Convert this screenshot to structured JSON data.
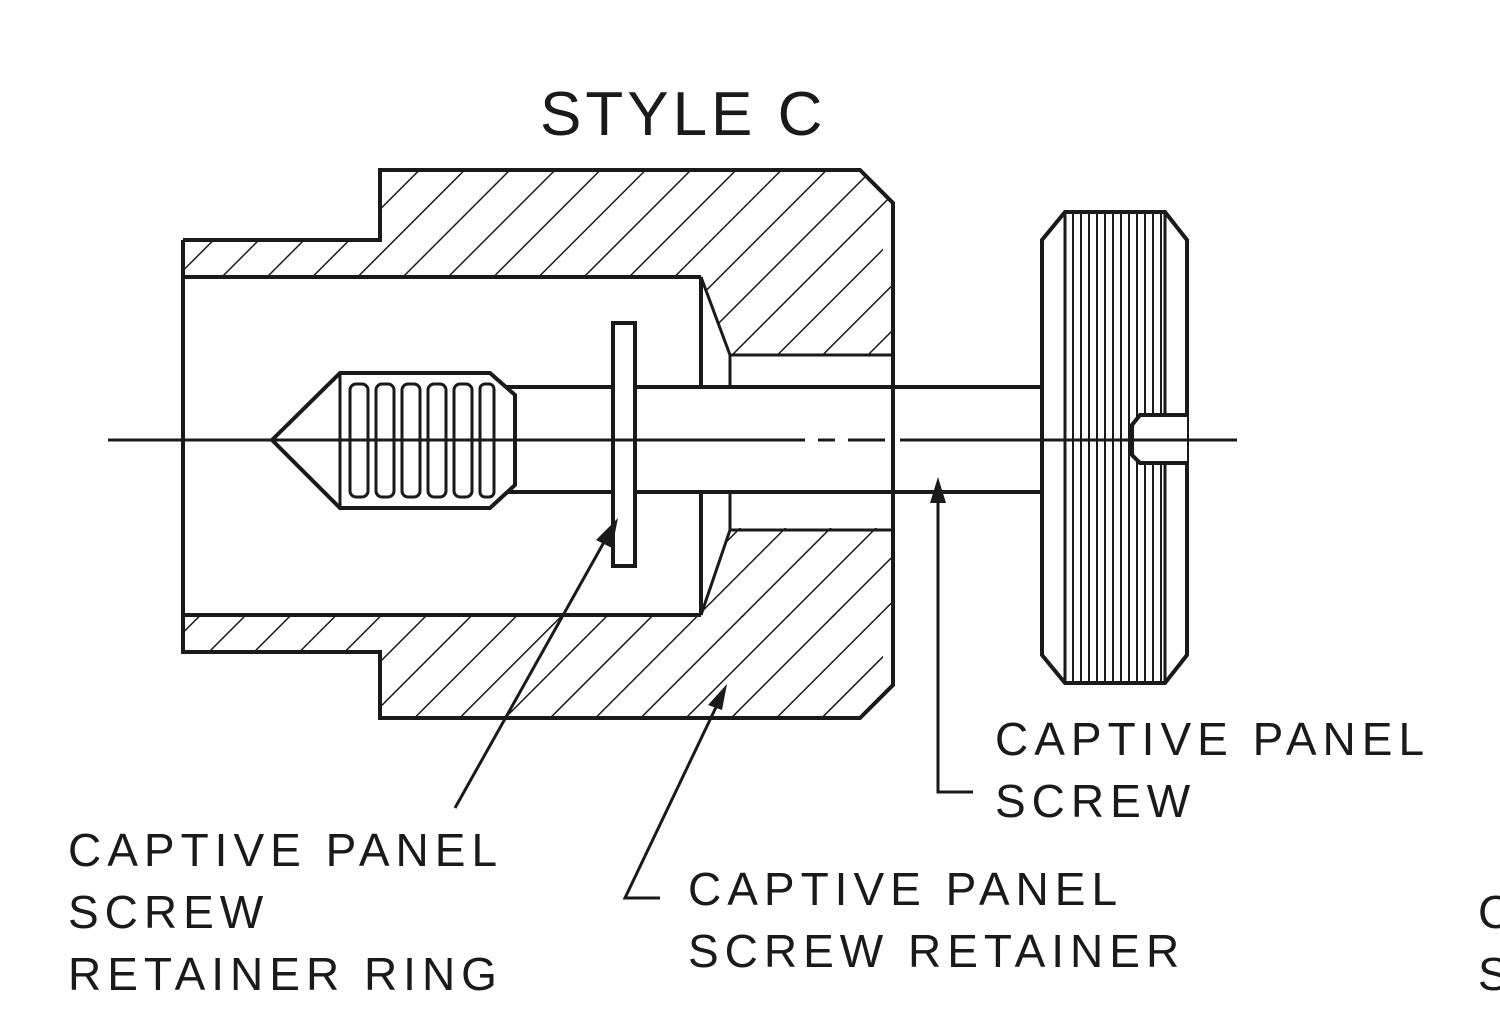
{
  "title": "STYLE C",
  "labels": {
    "captive_panel_screw": [
      "CAPTIVE PANEL",
      "SCREW"
    ],
    "retainer_ring": [
      "CAPTIVE PANEL",
      "SCREW",
      "RETAINER RING"
    ],
    "screw_retainer": [
      "CAPTIVE PANEL",
      "SCREW RETAINER"
    ],
    "cut_off": [
      "C",
      "S"
    ]
  },
  "colors": {
    "ink": "#1a1a1a",
    "background": "#ffffff"
  }
}
